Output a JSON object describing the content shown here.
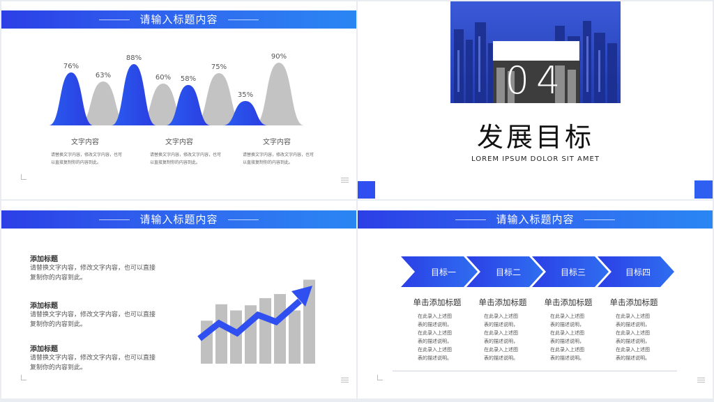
{
  "slide1": {
    "banner_title": "请输入标题内容",
    "peaks": [
      {
        "pct": 76,
        "label": "76%",
        "color": "blue"
      },
      {
        "pct": 63,
        "label": "63%",
        "color": "gray"
      },
      {
        "pct": 88,
        "label": "88%",
        "color": "blue"
      },
      {
        "pct": 60,
        "label": "60%",
        "color": "gray"
      },
      {
        "pct": 58,
        "label": "58%",
        "color": "blue"
      },
      {
        "pct": 75,
        "label": "75%",
        "color": "gray"
      },
      {
        "pct": 35,
        "label": "35%",
        "color": "blue"
      },
      {
        "pct": 90,
        "label": "90%",
        "color": "gray"
      }
    ],
    "groups": [
      {
        "title": "文字内容",
        "line1": "请替换文字内容，修改文字内容，也可",
        "line2": "以直接复制你的内容到此。"
      },
      {
        "title": "文字内容",
        "line1": "请替换文字内容，修改文字内容，也可",
        "line2": "以直接复制你的内容到此。"
      },
      {
        "title": "文字内容",
        "line1": "请替换文字内容，修改文字内容，也可",
        "line2": "以直接复制你的内容到此。"
      }
    ]
  },
  "slide2": {
    "number": "04",
    "title": "发展目标",
    "subtitle": "LOREM IPSUM DOLOR SIT AMET"
  },
  "slide3": {
    "banner_title": "请输入标题内容",
    "items": [
      {
        "heading": "添加标题",
        "line1": "请替换文字内容，修改文字内容，也可以直接",
        "line2": "复制你的内容到此。"
      },
      {
        "heading": "添加标题",
        "line1": "请替换文字内容，修改文字内容，也可以直接",
        "line2": "复制你的内容到此。"
      },
      {
        "heading": "添加标题",
        "line1": "请替换文字内容，修改文字内容，也可以直接",
        "line2": "复制你的内容到此。"
      }
    ],
    "bars": [
      0.42,
      0.58,
      0.52,
      0.57,
      0.64,
      0.68,
      0.52,
      0.82
    ]
  },
  "slide4": {
    "banner_title": "请输入标题内容",
    "steps": [
      {
        "label": "目标一",
        "title": "单击添加标题",
        "lines": [
          "在此录入上述图",
          "表的描述说明，",
          "在此录入上述图",
          "表的描述说明，",
          "在此录入上述图",
          "表的描述说明。"
        ]
      },
      {
        "label": "目标二",
        "title": "单击添加标题",
        "lines": [
          "在此录入上述图",
          "表的描述说明，",
          "在此录入上述图",
          "表的描述说明，",
          "在此录入上述图",
          "表的描述说明。"
        ]
      },
      {
        "label": "目标三",
        "title": "单击添加标题",
        "lines": [
          "在此录入上述图",
          "表的描述说明，",
          "在此录入上述图",
          "表的描述说明，",
          "在此录入上述图",
          "表的描述说明。"
        ]
      },
      {
        "label": "目标四",
        "title": "单击添加标题",
        "lines": [
          "在此录入上述图",
          "表的描述说明，",
          "在此录入上述图",
          "表的描述说明，",
          "在此录入上述图",
          "表的描述说明。"
        ]
      }
    ]
  },
  "colors": {
    "accent": "#2f4ff0",
    "accent2": "#2a86f2",
    "gray": "#bdbdbd"
  }
}
